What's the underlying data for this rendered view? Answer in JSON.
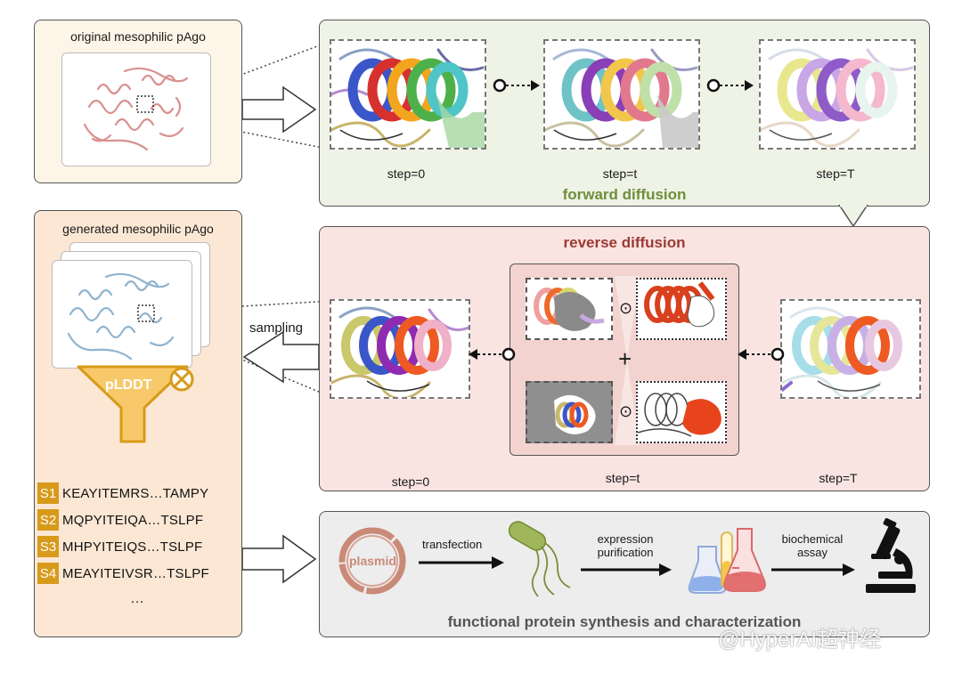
{
  "original_panel": {
    "title": "original mesophilic pAgo"
  },
  "forward": {
    "title": "forward diffusion",
    "steps": [
      "step=0",
      "step=t",
      "step=T"
    ]
  },
  "generated_panel": {
    "title": "generated mesophilic pAgo",
    "filter_label": "pLDDT",
    "sequences": [
      {
        "tag": "S1",
        "seq": "KEAYITEMRS…TAMPY"
      },
      {
        "tag": "S2",
        "seq": "MQPYITEIQA…TSLPF"
      },
      {
        "tag": "S3",
        "seq": "MHPYITEIQS…TSLPF"
      },
      {
        "tag": "S4",
        "seq": "MEAYITEIVSR…TSLPF"
      }
    ],
    "ellipsis": "…"
  },
  "reverse": {
    "title": "reverse diffusion",
    "steps": [
      "step=0",
      "step=t",
      "step=T"
    ],
    "sampling_label": "sampling",
    "odot": "⊙",
    "plus": "+"
  },
  "synthesis": {
    "title": "functional protein synthesis and characterization",
    "plasmid": "plasmid",
    "arrows": [
      "transfection",
      "expression\npurification",
      "biochemical\nassay"
    ],
    "arrow1": "transfection",
    "arrow2_line1": "expression",
    "arrow2_line2": "purification",
    "arrow3_line1": "biochemical",
    "arrow3_line2": "assay"
  },
  "watermark": "@HyperAI超神经",
  "colors": {
    "orig_bg": "#fdf5e7",
    "forward_bg": "#eef3e6",
    "forward_title": "#6f8f3a",
    "reverse_bg": "#f9e4e2",
    "reverse_title": "#9a3b34",
    "reverse_inner_bg": "#f3d3cf",
    "gen_bg": "#fbe7d4",
    "synth_bg": "#ededed",
    "accent_gold": "#d79a1a",
    "plasmid": "#c98a78"
  }
}
